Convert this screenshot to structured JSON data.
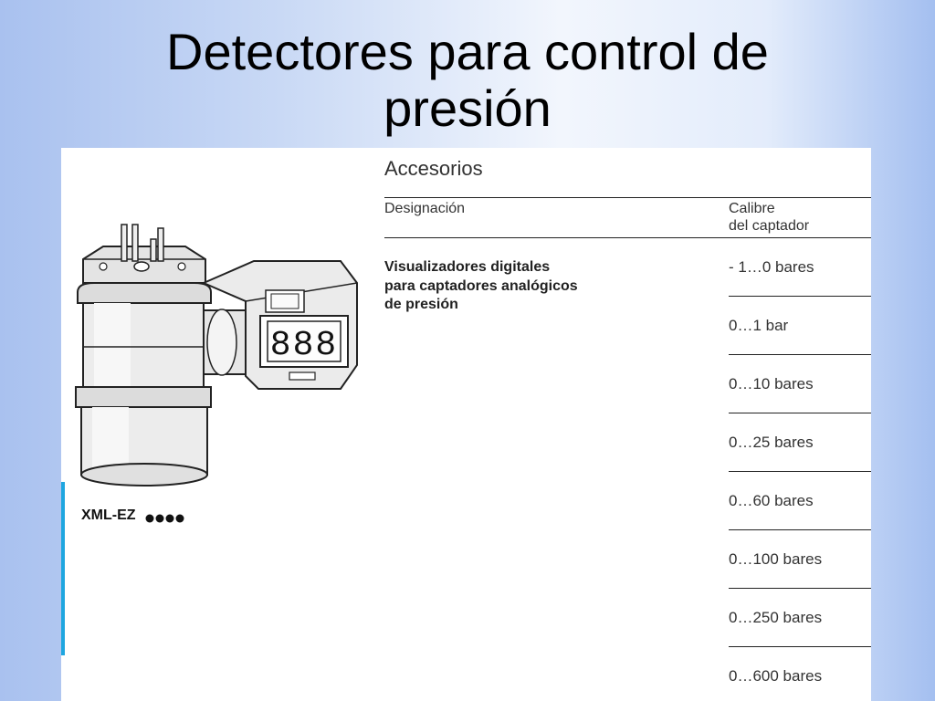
{
  "slide": {
    "title_line1": "Detectores para control de",
    "title_line2": "presión"
  },
  "accessories": {
    "section_title": "Accesorios",
    "header_designation": "Designación",
    "header_calibre_line1": "Calibre",
    "header_calibre_line2": "del captador",
    "designation_lines": [
      "Visualizadores digitales",
      "para captadores analógicos",
      "de presión"
    ],
    "ranges": [
      "- 1…0 bares",
      "0…1 bar",
      "0…10 bares",
      "0…25 bares",
      "0…60 bares",
      "0…100 bares",
      "0…250 bares",
      "0…600 bares"
    ]
  },
  "product": {
    "model_prefix": "XML-EZ",
    "display_digits": "888"
  },
  "colors": {
    "accent_bar": "#1ea6e0",
    "panel_background": "#ffffff"
  },
  "icons": [
    "pressure-sensor-illustration",
    "digital-display-icon"
  ]
}
